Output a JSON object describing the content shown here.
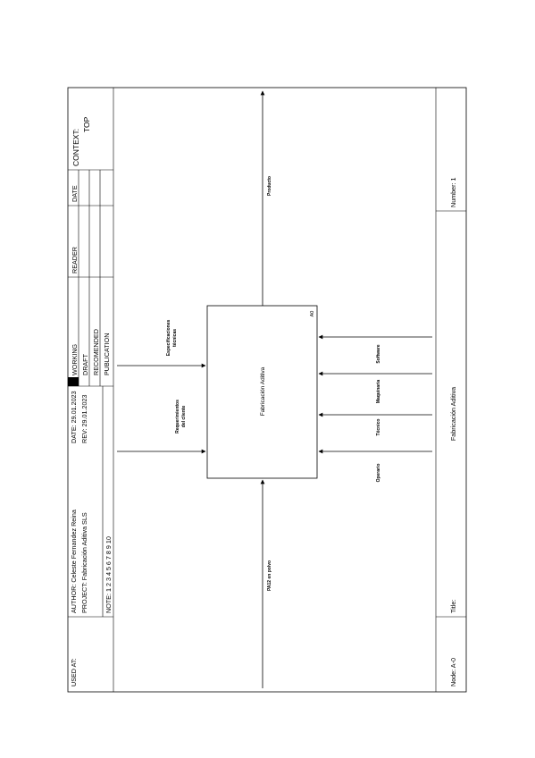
{
  "header": {
    "used_at": "USED AT:",
    "author": "AUTHOR: Celeste Fernandez Reina",
    "project": "PROJECT:   Fabricación Aditiva SLS",
    "notes": "NOTE:  1  2  3  4  5  6  7  8  9  10",
    "date": "DATE: 29.01.2023",
    "rev": "REV:   29.01.2023",
    "status_working": "WORKING",
    "status_draft": "DRAFT",
    "status_recommended": "RECOMENDED",
    "status_publication": "PUBLICATION",
    "reader": "READER",
    "date_col": "DATE",
    "context_label": "CONTEXT:",
    "context_value": "TOP"
  },
  "footer": {
    "node": "Node:  A-0",
    "title_label": "Title:",
    "title_value": "Fabricación Aditiva",
    "number": "Number:  1"
  },
  "diagram": {
    "box_label": "Fabricación Aditiva",
    "box_id": "A0",
    "input_materials": "PA12 en polvo",
    "output_product": "Producto",
    "control_requirements": [
      "Requerimientos",
      "del cliente"
    ],
    "control_specs": [
      "Especificaciones",
      "técnicas"
    ],
    "mech_operator": "Operario",
    "mech_technician": "Técnico",
    "mech_machinery": "Maquinaria",
    "mech_software": "Software"
  }
}
